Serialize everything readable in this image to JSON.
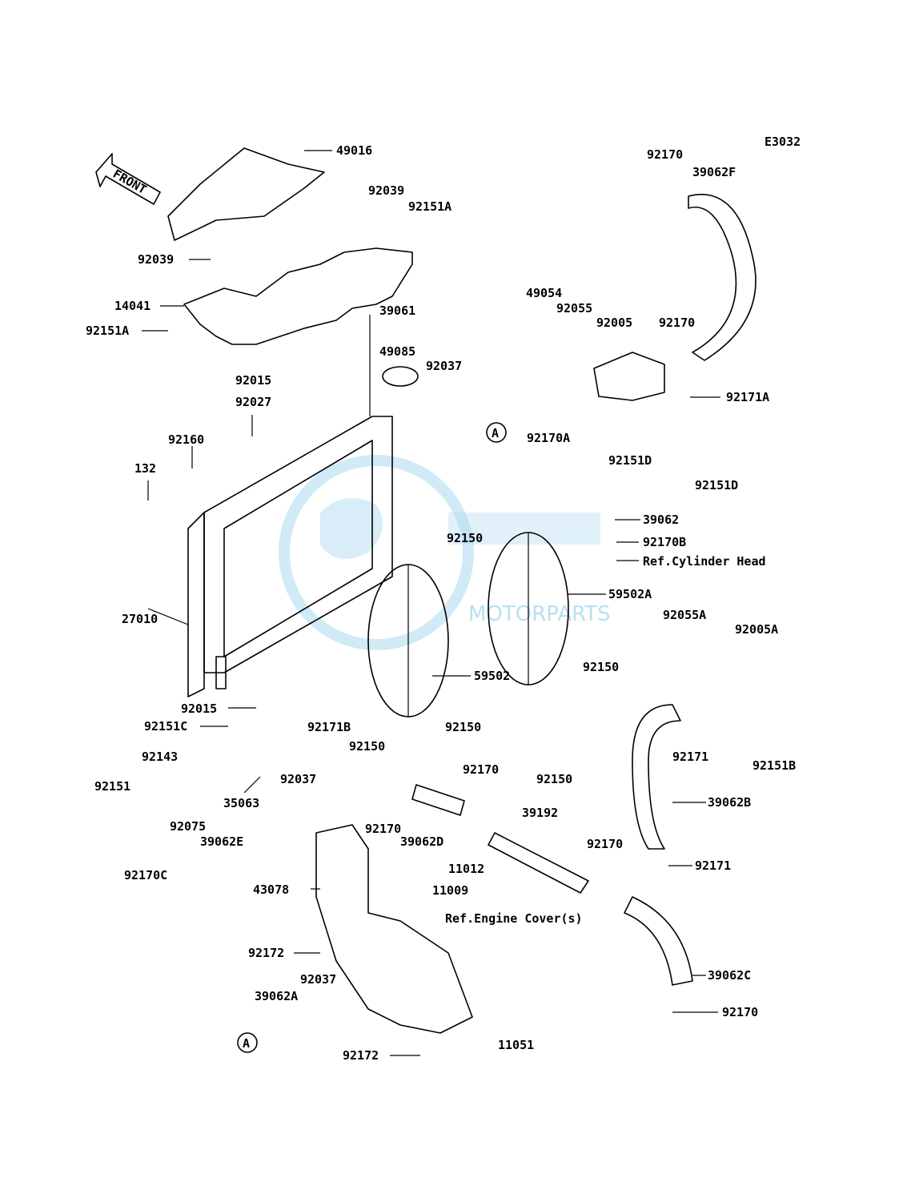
{
  "diagram": {
    "code": "E3032",
    "front_label": "FRONT",
    "watermark_text": "MOTORPARTS",
    "labels": {
      "p49016": "49016",
      "p92039a": "92039",
      "p92151a1": "92151A",
      "p92039b": "92039",
      "p14041": "14041",
      "p92151a2": "92151A",
      "p39061": "39061",
      "p49085": "49085",
      "p92037a": "92037",
      "p92015a": "92015",
      "p92027": "92027",
      "p92160": "92160",
      "p132": "132",
      "p27010": "27010",
      "p92015b": "92015",
      "p92151c": "92151C",
      "p92143": "92143",
      "p92151": "92151",
      "p92075": "92075",
      "p35063": "35063",
      "p92037b": "92037",
      "p39062e": "39062E",
      "p92170c": "92170C",
      "p43078": "43078",
      "p92172a": "92172",
      "p92037c": "92037",
      "p39062a": "39062A",
      "p92172b": "92172",
      "p11051": "11051",
      "p11009": "11009",
      "p11012": "11012",
      "p39062d": "39062D",
      "p92170a": "92170",
      "p92170b": "92170",
      "p92150a": "92150",
      "p92150b": "92150",
      "p92171b": "92171B",
      "p59502": "59502",
      "p92150c": "92150",
      "p92150d": "92150",
      "p92150e": "92150",
      "p59502a": "59502A",
      "p39192": "39192",
      "p92170d": "92170",
      "p39062c": "39062C",
      "p92170e": "92170",
      "p92171a2": "92171",
      "p39062b": "39062B",
      "p92171c": "92171",
      "p92151b": "92151B",
      "p92005a": "92005A",
      "p92055a": "92055A",
      "p92170b2": "92170B",
      "p39062": "39062",
      "p92170a2": "92170A",
      "p92151d1": "92151D",
      "p92151d2": "92151D",
      "p92171a": "92171A",
      "p92005": "92005",
      "p92170f": "92170",
      "p92055": "92055",
      "p49054": "49054",
      "p92170g": "92170",
      "p39062f": "39062F",
      "marker_a1": "A",
      "marker_a2": "A"
    },
    "references": {
      "cylinder_head": "Ref.Cylinder Head",
      "engine_cover": "Ref.Engine Cover(s)"
    }
  }
}
